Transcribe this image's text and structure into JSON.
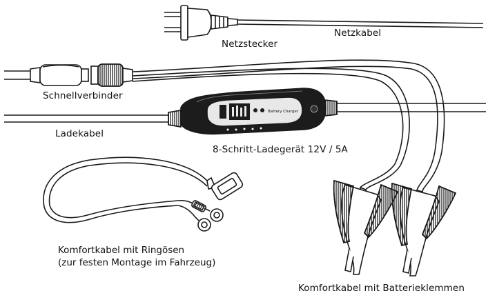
{
  "labels": {
    "plug": "Netzstecker",
    "mains_cable": "Netzkabel",
    "quick_connector": "Schnellverbinder",
    "charge_cable": "Ladekabel",
    "charger": "8-Schritt-Ladegerät 12V / 5A",
    "ring_cable_line1": "Komfortkabel mit Ringösen",
    "ring_cable_line2": "(zur festen Montage im Fahrzeug)",
    "clamp_cable": "Komfortkabel mit Batterieklemmen"
  },
  "charger_panel": {
    "brand_text": "Battery Charger"
  },
  "colors": {
    "line": "#1a1a1a",
    "device_body": "#1c1c1c",
    "panel": "#e8e8e8"
  }
}
